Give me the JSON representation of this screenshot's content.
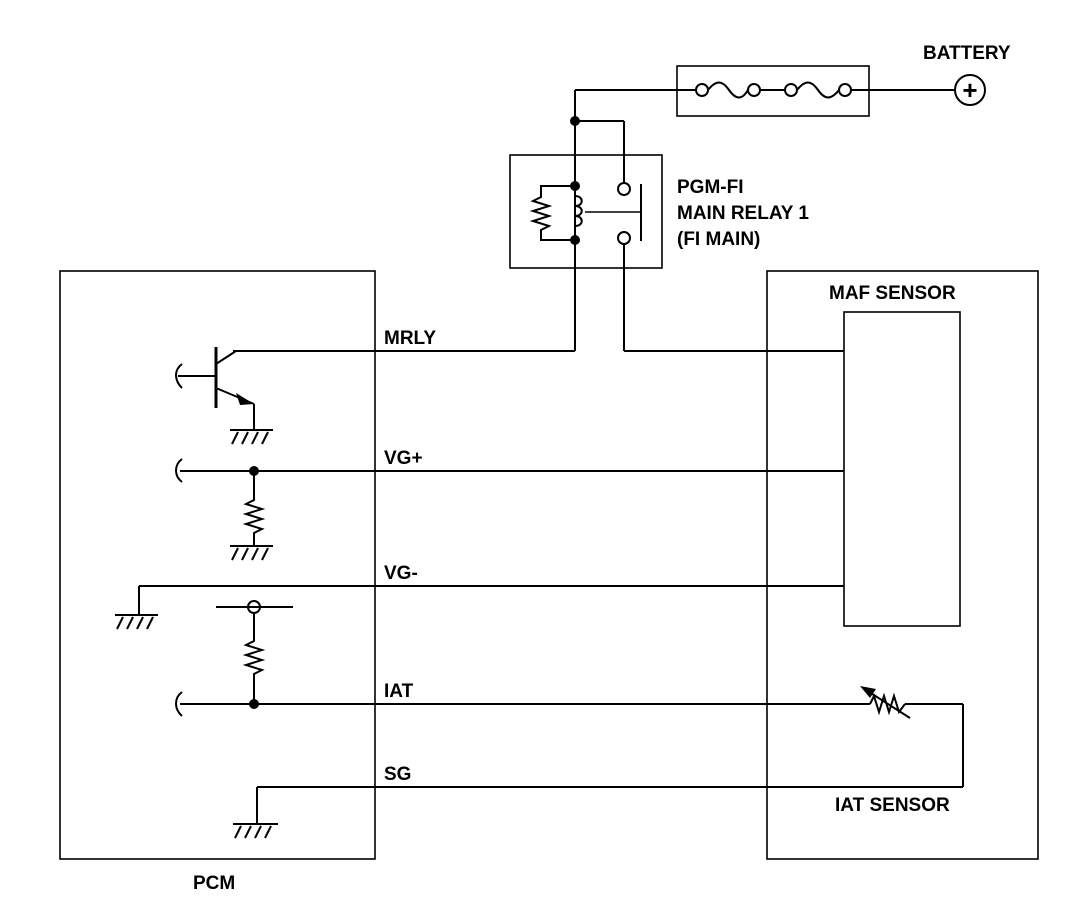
{
  "labels": {
    "battery": "BATTERY",
    "relay_line1": "PGM-FI",
    "relay_line2": "MAIN RELAY 1",
    "relay_line3": "(FI MAIN)",
    "maf_sensor": "MAF SENSOR",
    "iat_sensor": "IAT SENSOR",
    "pcm": "PCM",
    "mrly": "MRLY",
    "vg_plus": "VG+",
    "vg_minus": "VG-",
    "iat": "IAT",
    "sg": "SG"
  },
  "battery_symbol": "+"
}
